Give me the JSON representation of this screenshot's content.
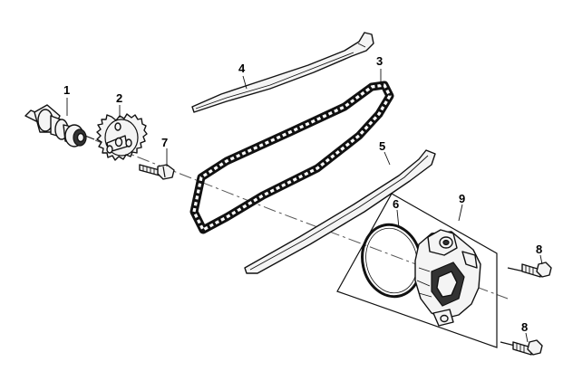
{
  "diagram": {
    "callouts": [
      {
        "id": "camshaft",
        "label": "1"
      },
      {
        "id": "cam-sprocket",
        "label": "2"
      },
      {
        "id": "timing-chain",
        "label": "3"
      },
      {
        "id": "chain-guide-upper",
        "label": "4"
      },
      {
        "id": "chain-guide-lower",
        "label": "5"
      },
      {
        "id": "o-ring",
        "label": "6"
      },
      {
        "id": "sprocket-bolt",
        "label": "7"
      },
      {
        "id": "tensioner-bolt-top",
        "label": "8"
      },
      {
        "id": "tensioner-bolt-bottom",
        "label": "8"
      },
      {
        "id": "tensioner-assembly",
        "label": "9"
      }
    ],
    "colors": {
      "ink": "#111111",
      "background": "#ffffff"
    }
  }
}
